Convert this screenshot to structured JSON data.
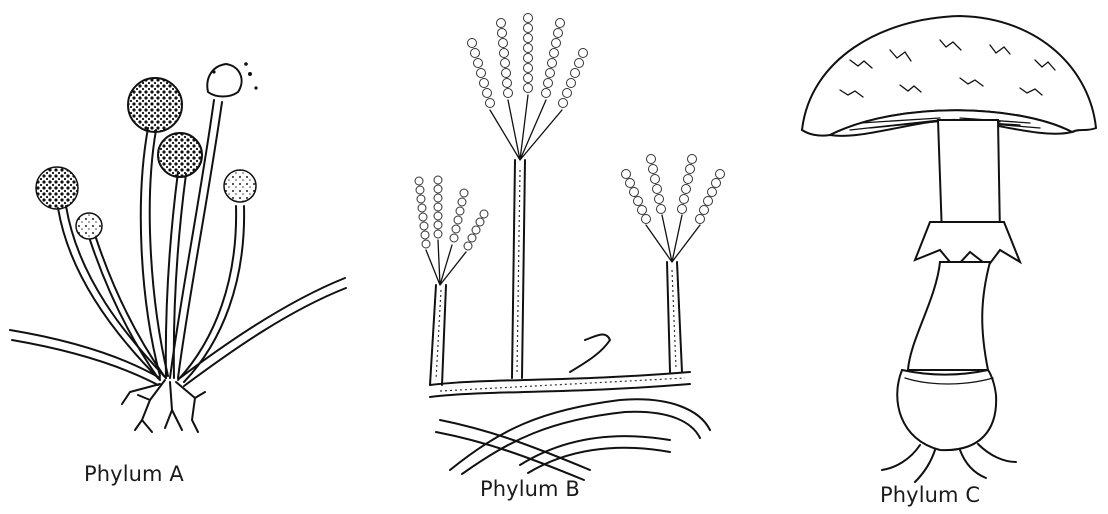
{
  "figures": [
    {
      "id": "a",
      "caption": "Phylum A",
      "icon": "sporangia-mold-icon"
    },
    {
      "id": "b",
      "caption": "Phylum B",
      "icon": "conidiophore-mold-icon"
    },
    {
      "id": "c",
      "caption": "Phylum C",
      "icon": "mushroom-icon"
    }
  ]
}
